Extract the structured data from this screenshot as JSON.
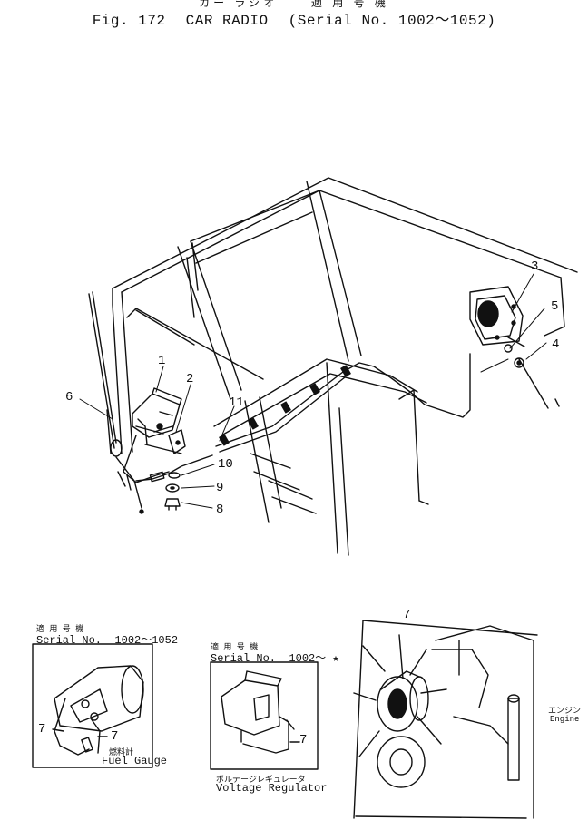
{
  "header": {
    "jp_line": "カー ラジオ",
    "jp_serial": "適 用 号 機",
    "fig": "Fig. 172",
    "title": "CAR RADIO",
    "serial": "(Serial No. 1002～1052)"
  },
  "callouts": {
    "c1": "1",
    "c2": "2",
    "c3": "3",
    "c4": "4",
    "c5": "5",
    "c6": "6",
    "c7a": "7",
    "c7b": "7",
    "c7c": "7",
    "c7d": "7",
    "c8": "8",
    "c9": "9",
    "c10": "10",
    "c11": "11"
  },
  "inset_fuel": {
    "jp_serial": "適 用 号 機",
    "serial_label": "Serial No.",
    "serial_range": "1002～1052",
    "jp_name": "燃料計",
    "name": "Fuel Gauge"
  },
  "inset_regulator": {
    "jp_serial": "適 用 号 機",
    "serial_label": "Serial No.",
    "serial_range": "1002～ ★",
    "jp_name": "ボルテージレギュレータ",
    "name": "Voltage Regulator"
  },
  "inset_engine": {
    "jp_name": "エンジン",
    "name": "Engine"
  }
}
